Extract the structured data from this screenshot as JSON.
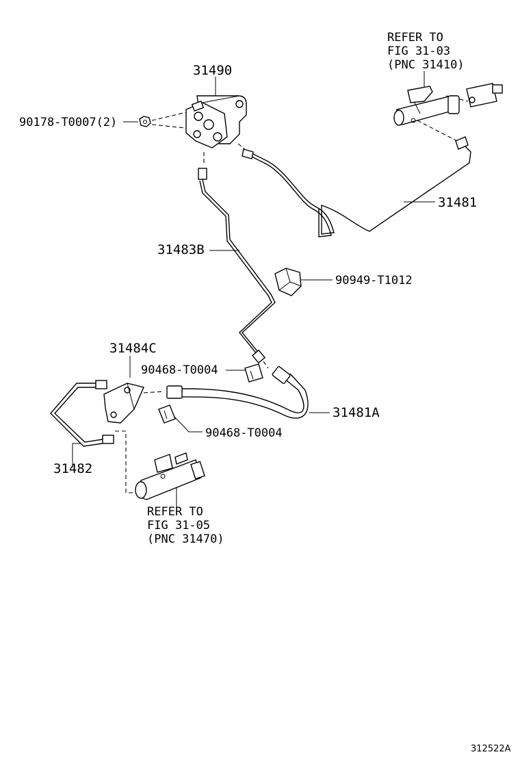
{
  "labels": {
    "p31490": "31490",
    "p90178": "90178-T0007(2)",
    "refer_top_1": "REFER TO",
    "refer_top_2": "FIG 31-03",
    "refer_top_3": "(PNC 31410)",
    "p31481": "31481",
    "p31483b": "31483B",
    "p90949": "90949-T1012",
    "p31484c": "31484C",
    "p90468_a": "90468-T0004",
    "p31481a": "31481A",
    "p90468_b": "90468-T0004",
    "p31482": "31482",
    "refer_bot_1": "REFER TO",
    "refer_bot_2": "FIG 31-05",
    "refer_bot_3": "(PNC 31470)",
    "illustration_id": "312522A"
  }
}
